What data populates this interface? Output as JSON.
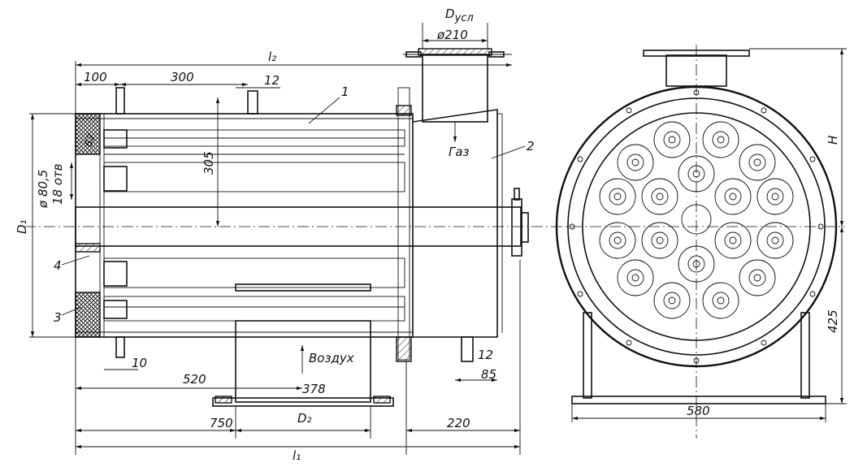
{
  "dims": {
    "l2": "l₂",
    "l1": "l₁",
    "d100": "100",
    "d300": "300",
    "d12_top": "12",
    "d305": "305",
    "d80": "ø 80,5",
    "holes": "18 отв",
    "D1": "D₁",
    "d10": "10",
    "d520": "520",
    "d378": "378",
    "d750": "750",
    "D2": "D₂",
    "d220": "220",
    "d12_bot": "12",
    "d85": "85",
    "Dusl": "D",
    "Dusl_sub": "усл",
    "phi210": "ø210",
    "H": "H",
    "d425": "425",
    "d580": "580",
    "d67": "67"
  },
  "labels": {
    "gas": "Газ",
    "air": "Воздух",
    "p1": "1",
    "p2": "2",
    "p3": "3",
    "p4": "4"
  }
}
